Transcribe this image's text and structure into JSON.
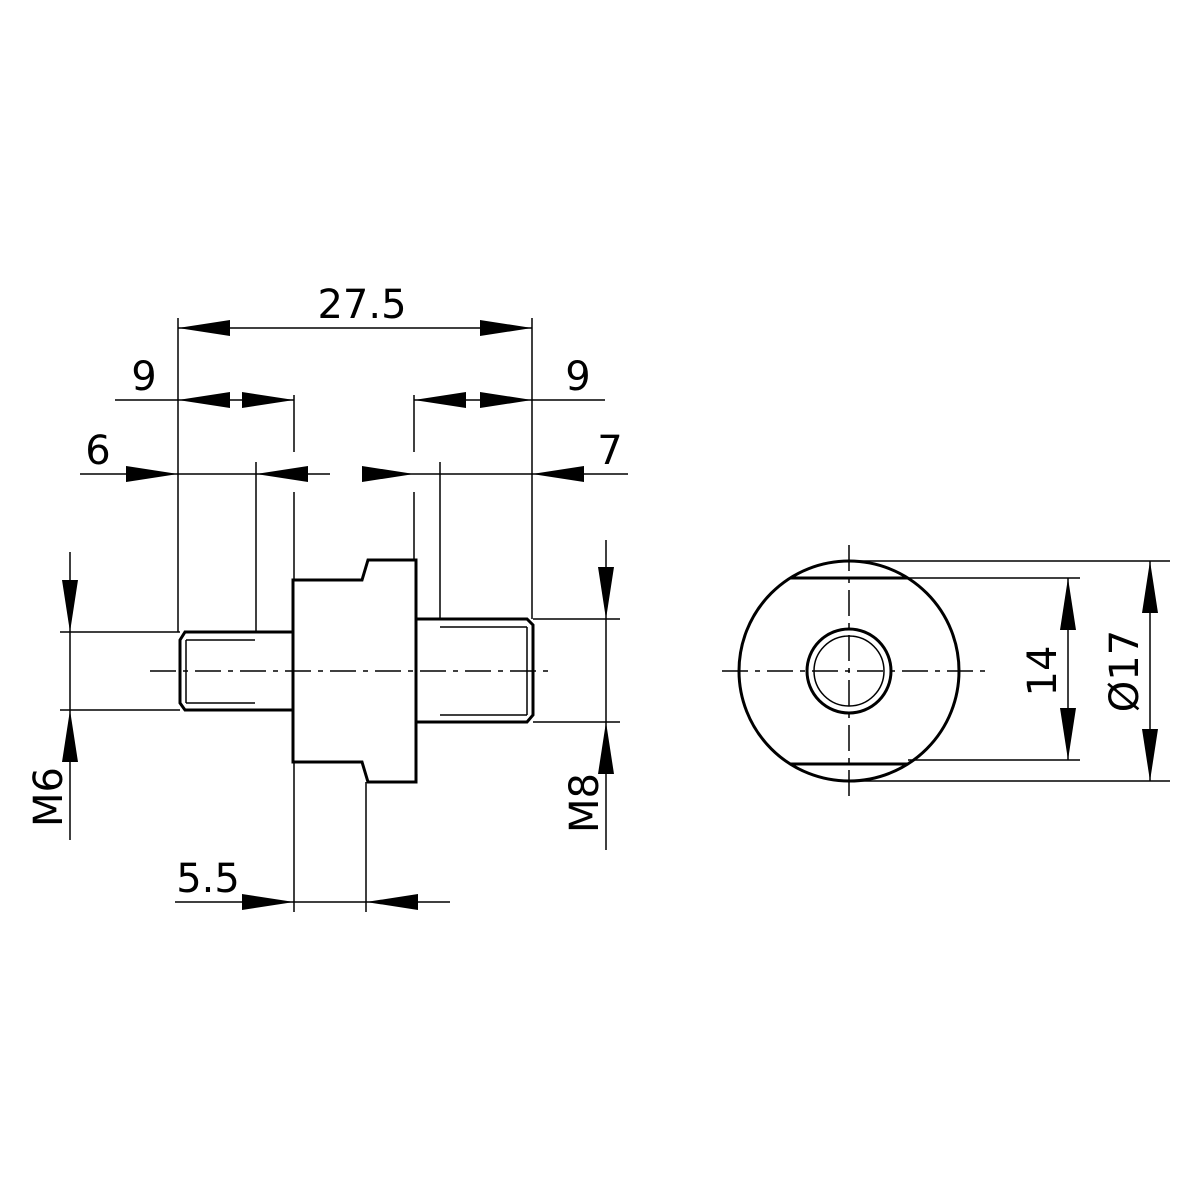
{
  "drawing": {
    "dimensions": {
      "overall_length": "27.5",
      "left_thread_length": "9",
      "right_thread_length": "9",
      "left_length_6": "6",
      "right_length_7": "7",
      "flange_width": "5.5",
      "left_thread_size": "M6",
      "right_thread_size": "M8",
      "flat_width": "14",
      "diameter": "Ø17"
    }
  }
}
